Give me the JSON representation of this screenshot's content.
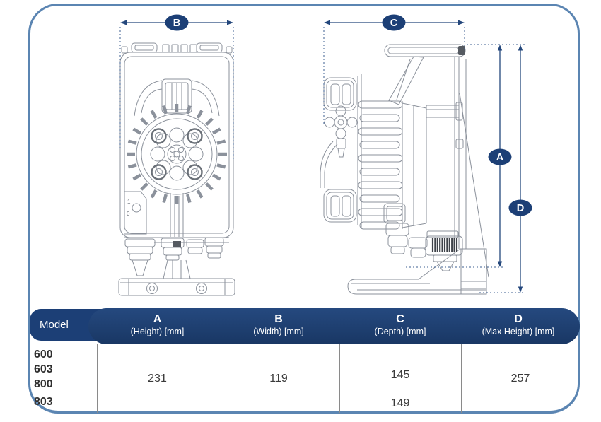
{
  "dimension_labels": {
    "a": "A",
    "b": "B",
    "c": "C",
    "d": "D"
  },
  "drawing_marks": {
    "plate_mark": "1",
    "plate_mark_2": "0"
  },
  "table": {
    "model_header": "Model",
    "columns": [
      {
        "letter": "A",
        "unit": "(Height) [mm]"
      },
      {
        "letter": "B",
        "unit": "(Width) [mm]"
      },
      {
        "letter": "C",
        "unit": "(Depth) [mm]"
      },
      {
        "letter": "D",
        "unit": "(Max Height) [mm]"
      }
    ],
    "models": [
      "600",
      "603",
      "800",
      "803"
    ],
    "values": {
      "a": "231",
      "b": "119",
      "c_models_600_603_800": "145",
      "c_model_803": "149",
      "d": "257"
    }
  },
  "colors": {
    "navy": "#1c3f76",
    "border_blue": "#5b85b2",
    "drawing_line": "#8b919b",
    "text_dark": "#3a3a3a"
  }
}
